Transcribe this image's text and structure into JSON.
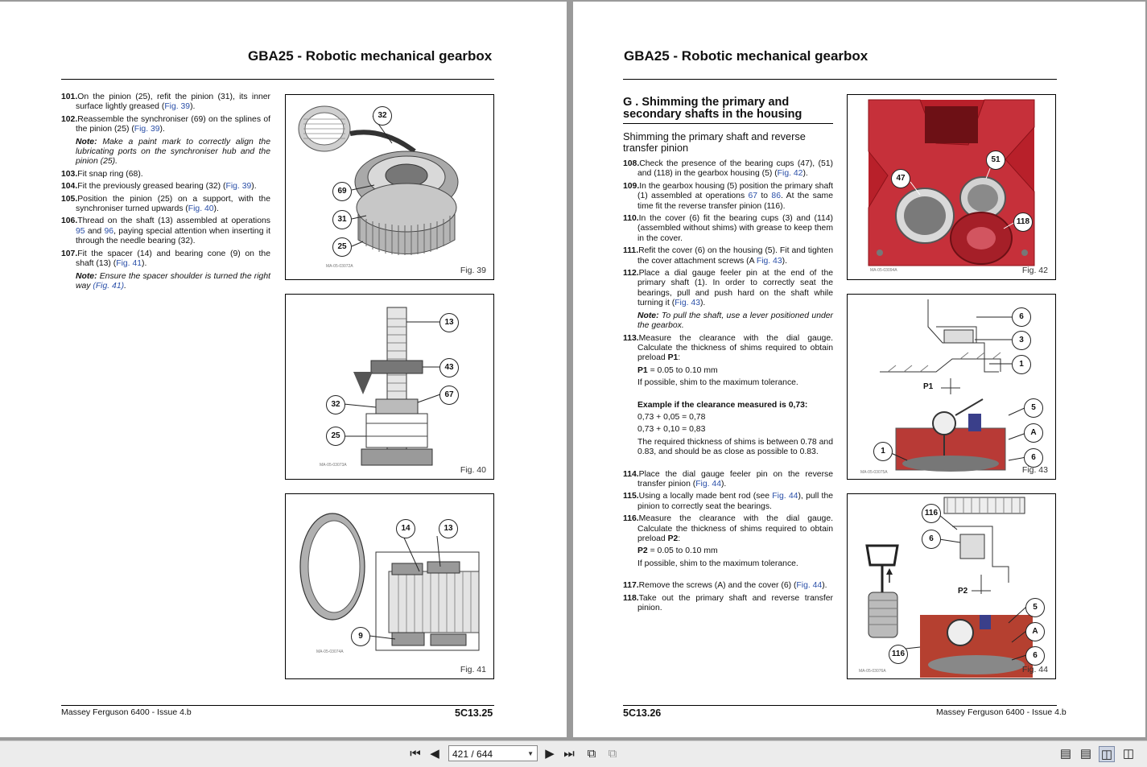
{
  "left_page": {
    "header": "GBA25 - Robotic mechanical gearbox",
    "footer_text": "Massey Ferguson 6400 - Issue 4.b",
    "page_number": "5C13.25",
    "steps": [
      {
        "num": "101.",
        "parts": [
          {
            "t": "On the pinion (25), refit the pinion (31), its inner surface lightly greased ("
          },
          {
            "l": "Fig. 39"
          },
          {
            "t": ")."
          }
        ]
      },
      {
        "num": "102.",
        "parts": [
          {
            "t": "Reassemble the synchroniser (69) on the splines of the pinion (25) ("
          },
          {
            "l": "Fig. 39"
          },
          {
            "t": ")."
          }
        ]
      },
      {
        "note": true,
        "label": "Note:",
        "parts": [
          {
            "t": " Make a paint mark to correctly align the lubricating ports on the synchroniser hub and the pinion (25)."
          }
        ]
      },
      {
        "num": "103.",
        "parts": [
          {
            "t": "Fit snap ring (68)."
          }
        ]
      },
      {
        "num": "104.",
        "parts": [
          {
            "t": "Fit the previously greased bearing (32) ("
          },
          {
            "l": "Fig. 39"
          },
          {
            "t": ")."
          }
        ]
      },
      {
        "num": "105.",
        "parts": [
          {
            "t": "Position the pinion (25) on a support, with the synchroniser turned upwards ("
          },
          {
            "l": "Fig. 40"
          },
          {
            "t": ")."
          }
        ]
      },
      {
        "num": "106.",
        "parts": [
          {
            "t": "Thread on the shaft (13) assembled at operations "
          },
          {
            "l": "95"
          },
          {
            "t": " and "
          },
          {
            "l": "96"
          },
          {
            "t": ", paying special attention when inserting it through the needle bearing (32)."
          }
        ]
      },
      {
        "num": "107.",
        "parts": [
          {
            "t": "Fit the spacer (14) and bearing cone (9) on the shaft (13) ("
          },
          {
            "l": "Fig. 41"
          },
          {
            "t": ")."
          }
        ]
      },
      {
        "note": true,
        "label": "Note:",
        "parts": [
          {
            "t": " Ensure the spacer shoulder is turned the right way "
          },
          {
            "l": "(Fig. 41)"
          },
          {
            "t": "."
          }
        ]
      }
    ],
    "figures": [
      {
        "label": "Fig. 39",
        "code": "MA-05-03072A",
        "callouts": [
          "32",
          "69",
          "31",
          "25"
        ]
      },
      {
        "label": "Fig. 40",
        "code": "MA-05-03073A",
        "callouts": [
          "13",
          "43",
          "67",
          "32",
          "25"
        ]
      },
      {
        "label": "Fig. 41",
        "code": "MA-05-03074A",
        "callouts": [
          "14",
          "13",
          "9"
        ]
      }
    ]
  },
  "right_page": {
    "header": "GBA25 - Robotic mechanical gearbox",
    "footer_text": "Massey Ferguson 6400 - Issue 4.b",
    "page_number": "5C13.26",
    "section_title": "G . Shimming the primary and secondary shafts in the housing",
    "subsection_title": "Shimming the primary shaft and reverse transfer pinion",
    "steps": [
      {
        "num": "108.",
        "parts": [
          {
            "t": "Check the presence of the bearing cups (47), (51) and (118) in the gearbox housing (5) ("
          },
          {
            "l": "Fig. 42"
          },
          {
            "t": ")."
          }
        ]
      },
      {
        "num": "109.",
        "parts": [
          {
            "t": "In the gearbox housing (5) position the primary shaft (1) assembled at operations "
          },
          {
            "l": "67"
          },
          {
            "t": " to "
          },
          {
            "l": "86"
          },
          {
            "t": ". At the same time fit the reverse transfer pinion (116)."
          }
        ]
      },
      {
        "num": "110.",
        "parts": [
          {
            "t": "In the cover (6) fit the bearing cups (3) and (114) (assembled without shims) with grease to keep them in the cover."
          }
        ]
      },
      {
        "num": "111.",
        "parts": [
          {
            "t": "Refit the cover (6) on the housing (5). Fit and tighten the cover attachment screws (A "
          },
          {
            "l": "Fig. 43"
          },
          {
            "t": ")."
          }
        ]
      },
      {
        "num": "112.",
        "parts": [
          {
            "t": "Place a dial gauge feeler pin at the end of the primary shaft (1). In order to correctly seat the bearings, pull and push hard on the shaft while turning it ("
          },
          {
            "l": "Fig. 43"
          },
          {
            "t": ")."
          }
        ]
      },
      {
        "note": true,
        "label": "Note:",
        "parts": [
          {
            "t": " To pull the shaft, use a lever positioned under the gearbox."
          }
        ]
      },
      {
        "num": "113.",
        "parts": [
          {
            "t": "Measure the clearance with the dial gauge. Calculate the thickness of shims required to obtain preload "
          },
          {
            "b": "P1"
          },
          {
            "t": ":"
          }
        ]
      },
      {
        "sub": true,
        "parts": [
          {
            "b": "P1"
          },
          {
            "t": " = 0.05 to 0.10 mm"
          }
        ]
      },
      {
        "sub": true,
        "parts": [
          {
            "t": "If possible, shim to the maximum tolerance."
          }
        ]
      },
      {
        "gap": true
      },
      {
        "sub": true,
        "parts": [
          {
            "b": "Example if the clearance measured is 0,73:"
          }
        ]
      },
      {
        "sub": true,
        "parts": [
          {
            "t": "0,73 + 0,05 = 0,78"
          }
        ]
      },
      {
        "sub": true,
        "parts": [
          {
            "t": "0,73 + 0,10 = 0,83"
          }
        ]
      },
      {
        "sub": true,
        "parts": [
          {
            "t": "The required thickness of shims is between 0.78 and 0.83, and should be as close as possible to 0.83."
          }
        ]
      },
      {
        "gap": true
      },
      {
        "num": "114.",
        "parts": [
          {
            "t": "Place the dial gauge feeler pin on the reverse transfer pinion ("
          },
          {
            "l": "Fig. 44"
          },
          {
            "t": ")."
          }
        ]
      },
      {
        "num": "115.",
        "parts": [
          {
            "t": "Using a locally made bent rod (see "
          },
          {
            "l": "Fig. 44"
          },
          {
            "t": "), pull the pinion to correctly seat the bearings."
          }
        ]
      },
      {
        "num": "116.",
        "parts": [
          {
            "t": "Measure the clearance with the dial gauge. Calculate the thickness of shims required to obtain preload "
          },
          {
            "b": "P2"
          },
          {
            "t": ":"
          }
        ]
      },
      {
        "sub": true,
        "parts": [
          {
            "b": "P2"
          },
          {
            "t": " = 0.05 to 0.10 mm"
          }
        ]
      },
      {
        "sub": true,
        "parts": [
          {
            "t": "If possible, shim to the maximum tolerance."
          }
        ]
      },
      {
        "gap": true
      },
      {
        "num": "117.",
        "parts": [
          {
            "t": "Remove the screws (A) and the cover (6) ("
          },
          {
            "l": "Fig. 44"
          },
          {
            "t": ")."
          }
        ]
      },
      {
        "num": "118.",
        "parts": [
          {
            "t": "Take out the primary shaft and reverse transfer pinion."
          }
        ]
      }
    ],
    "figures": [
      {
        "label": "Fig. 42",
        "code": "MA-05-03094A",
        "callouts": [
          "47",
          "51",
          "118"
        ]
      },
      {
        "label": "Fig. 43",
        "code": "MA-05-03075A",
        "callouts": [
          "6",
          "3",
          "1",
          "5",
          "A",
          "6",
          "1"
        ],
        "text": "P1"
      },
      {
        "label": "Fig. 44",
        "code": "MA-05-03076A",
        "callouts": [
          "116",
          "6",
          "5",
          "A",
          "6",
          "116"
        ],
        "text": "P2"
      }
    ]
  },
  "toolbar": {
    "page_indicator": "421 / 644",
    "icons": [
      "first-page-icon",
      "previous-page-icon",
      "next-page-icon",
      "last-page-icon",
      "go-back-icon",
      "go-forward-icon",
      "single-page-view-icon",
      "continuous-view-icon",
      "facing-view-icon",
      "continuous-facing-view-icon"
    ]
  }
}
